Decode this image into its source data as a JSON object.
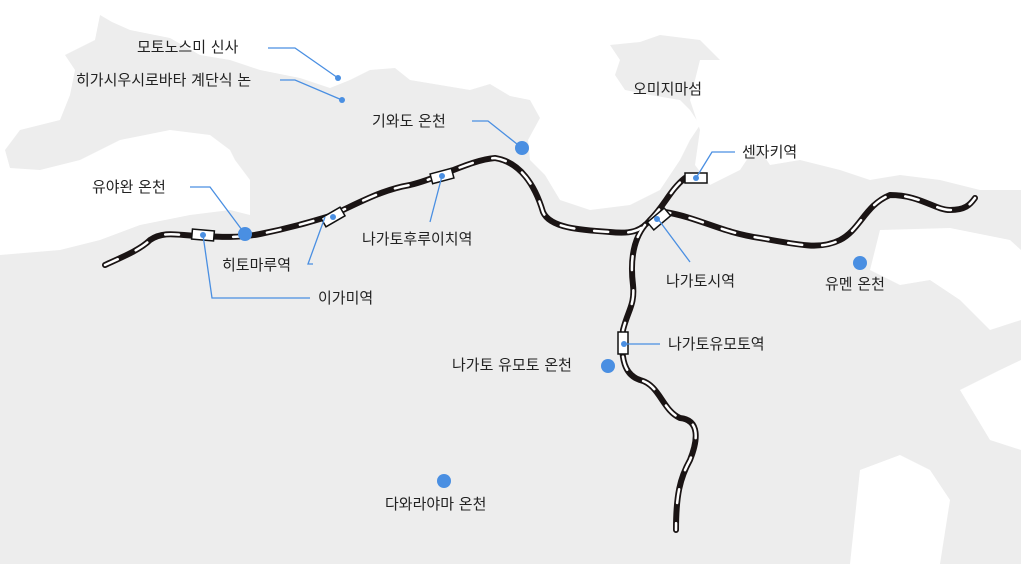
{
  "colors": {
    "land": "#ededed",
    "water": "#ffffff",
    "rail": "#1a1414",
    "marker": "#4a8fe2"
  },
  "places": {
    "shrine": "모토노스미 신사",
    "terraced_fields": "히가시우시로바타 계단식 논",
    "island": "오미지마섬",
    "kiwado_onsen": "기와도 온천",
    "yuyawan_onsen": "유야완 온천",
    "yumen_onsen": "유멘 온천",
    "nagato_yumoto_onsen": "나가토 유모토 온천",
    "tawarayama_onsen": "다와라야마 온천"
  },
  "stations": {
    "senzaki": "센자키역",
    "nagatofuruichi": "나가토후루이치역",
    "hitomaru": "히토마루역",
    "igami": "이가미역",
    "nagatoshi": "나가토시역",
    "nagatoyumoto": "나가토유모토역"
  }
}
